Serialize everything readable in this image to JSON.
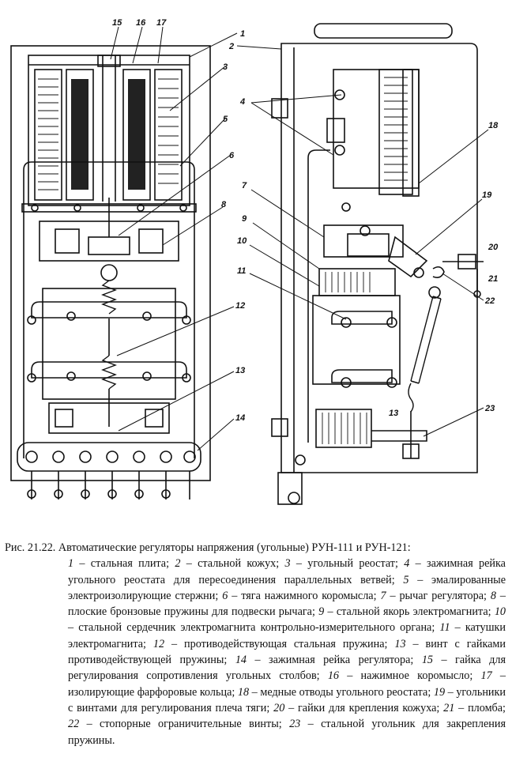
{
  "figure": {
    "labels": [
      "1",
      "2",
      "3",
      "4",
      "5",
      "6",
      "7",
      "8",
      "9",
      "10",
      "11",
      "12",
      "13",
      "14",
      "15",
      "16",
      "17",
      "18",
      "19",
      "20",
      "21",
      "22",
      "23"
    ]
  },
  "caption": {
    "prefix": "Рис. 21.22.",
    "title": "Автоматические регуляторы напряжения (угольные) РУН-111 и РУН-121:",
    "items": [
      {
        "num": "1",
        "text": " – стальная плита; "
      },
      {
        "num": "2",
        "text": " – стальной кожух; "
      },
      {
        "num": "3",
        "text": " – угольный реостат; "
      },
      {
        "num": "4",
        "text": " – зажимная рейка угольного реостата для пересоединения параллельных ветвей; "
      },
      {
        "num": "5",
        "text": " – эмалированные электроизолирующие стержни; "
      },
      {
        "num": "6",
        "text": " – тяга нажимного коромысла; "
      },
      {
        "num": "7",
        "text": " – рычаг регулятора; "
      },
      {
        "num": "8",
        "text": " – плоские бронзовые пружины для подвески рычага; "
      },
      {
        "num": "9",
        "text": " – стальной якорь электромагнита; "
      },
      {
        "num": "10",
        "text": " – стальной сердечник электромагнита контрольно-измерительного органа; "
      },
      {
        "num": "11",
        "text": " – катушки электромагнита; "
      },
      {
        "num": "12",
        "text": " – противодействующая стальная пружина; "
      },
      {
        "num": "13",
        "text": " – винт с гайками противодействующей пружины; "
      },
      {
        "num": "14",
        "text": " – зажимная рейка регулятора; "
      },
      {
        "num": "15",
        "text": " – гайка для регулирования сопротивления угольных столбов; "
      },
      {
        "num": "16",
        "text": " – нажимное коромысло; "
      },
      {
        "num": "17",
        "text": " – изолирующие фарфоровые кольца; "
      },
      {
        "num": "18",
        "text": " – медные отводы угольного реостата; "
      },
      {
        "num": "19",
        "text": " – угольники с винтами для регулирования плеча тяги; "
      },
      {
        "num": "20",
        "text": " – гайки для крепления кожуха; "
      },
      {
        "num": "21",
        "text": " – пломба; "
      },
      {
        "num": "22",
        "text": " – стопорные ограничительные винты; "
      },
      {
        "num": "23",
        "text": " – стальной угольник для закрепления пружины."
      }
    ]
  }
}
